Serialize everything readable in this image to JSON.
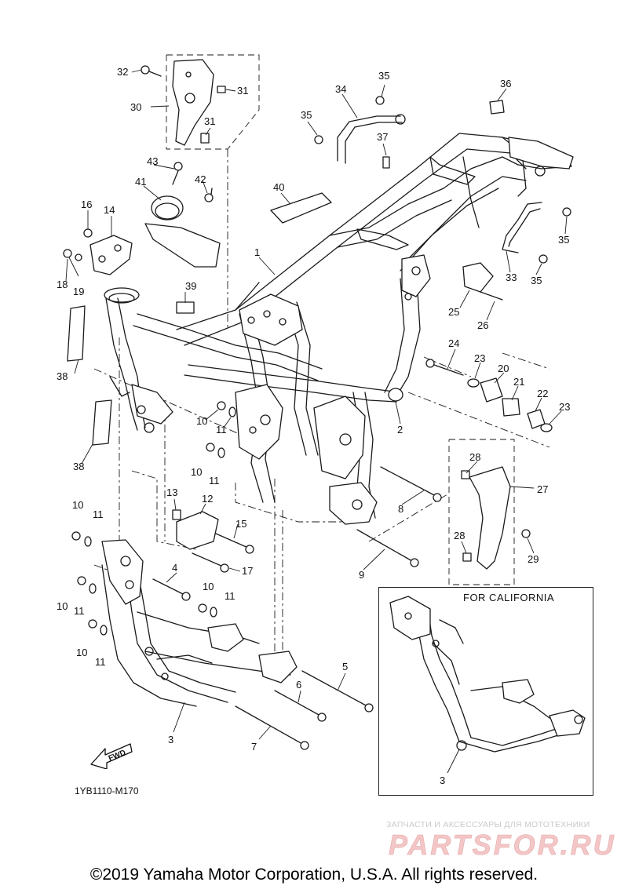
{
  "diagram": {
    "code": "1YB1110-M170",
    "inset_label": "FOR CALIFORNIA",
    "fwd_label": "FWD",
    "copyright": "©2019 Yamaha Motor Corporation, U.S.A. All rights reserved.",
    "watermark_tagline": "ЗАПЧАСТИ И АКСЕССУАРЫ ДЛЯ МОТОТЕХНИКИ",
    "watermark_logo": "PARTSFOR.RU",
    "callouts": {
      "c1": "1",
      "c2": "2",
      "c3": "3",
      "c3b": "3",
      "c4": "4",
      "c5": "5",
      "c6": "6",
      "c7": "7",
      "c8": "8",
      "c9": "9",
      "c10a": "10",
      "c10b": "10",
      "c10c": "10",
      "c10d": "10",
      "c10e": "10",
      "c10f": "10",
      "c11a": "11",
      "c11b": "11",
      "c11c": "11",
      "c11d": "11",
      "c11e": "11",
      "c11f": "11",
      "c12": "12",
      "c13": "13",
      "c14": "14",
      "c15": "15",
      "c16": "16",
      "c17": "17",
      "c18": "18",
      "c19": "19",
      "c20": "20",
      "c21": "21",
      "c22": "22",
      "c23a": "23",
      "c23b": "23",
      "c24": "24",
      "c25": "25",
      "c26": "26",
      "c27": "27",
      "c28a": "28",
      "c28b": "28",
      "c29": "29",
      "c30": "30",
      "c31a": "31",
      "c31b": "31",
      "c32": "32",
      "c33": "33",
      "c34": "34",
      "c35a": "35",
      "c35b": "35",
      "c35c": "35",
      "c35d": "35",
      "c36": "36",
      "c37": "37",
      "c38a": "38",
      "c38b": "38",
      "c39": "39",
      "c40": "40",
      "c41": "41",
      "c42": "42",
      "c43": "43"
    }
  }
}
